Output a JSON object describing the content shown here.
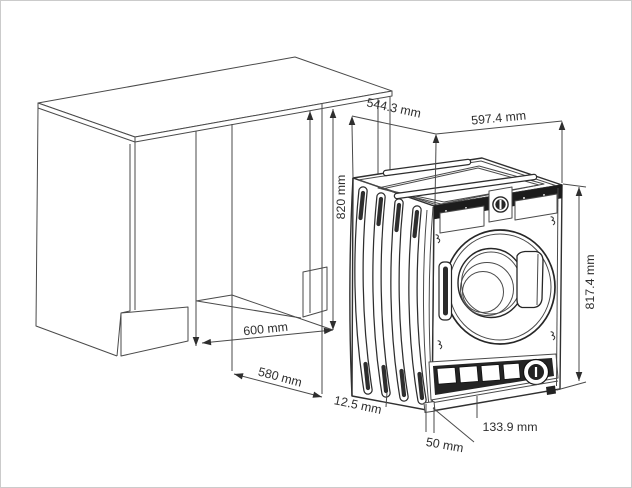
{
  "page": {
    "background": "#ffffff",
    "border_color": "#cbcbcb"
  },
  "drawing": {
    "subject": "built-in washing machine niche installation drawing",
    "units": "mm",
    "line_color": "#3f3f3f",
    "text_color": "#2e2e2e",
    "dimensions": {
      "machine_top_depth": {
        "label": "544.3 mm"
      },
      "machine_top_width": {
        "label": "597.4 mm"
      },
      "niche_height": {
        "label": "820 mm"
      },
      "machine_height": {
        "label": "817.4 mm"
      },
      "niche_depth": {
        "label": "600 mm"
      },
      "worktop_depth": {
        "label": "580 mm"
      },
      "front_edge_gap": {
        "label": "12.5 mm"
      },
      "plinth_gap": {
        "label": "50 mm"
      },
      "service_area_height": {
        "label": "133.9 mm"
      }
    }
  }
}
